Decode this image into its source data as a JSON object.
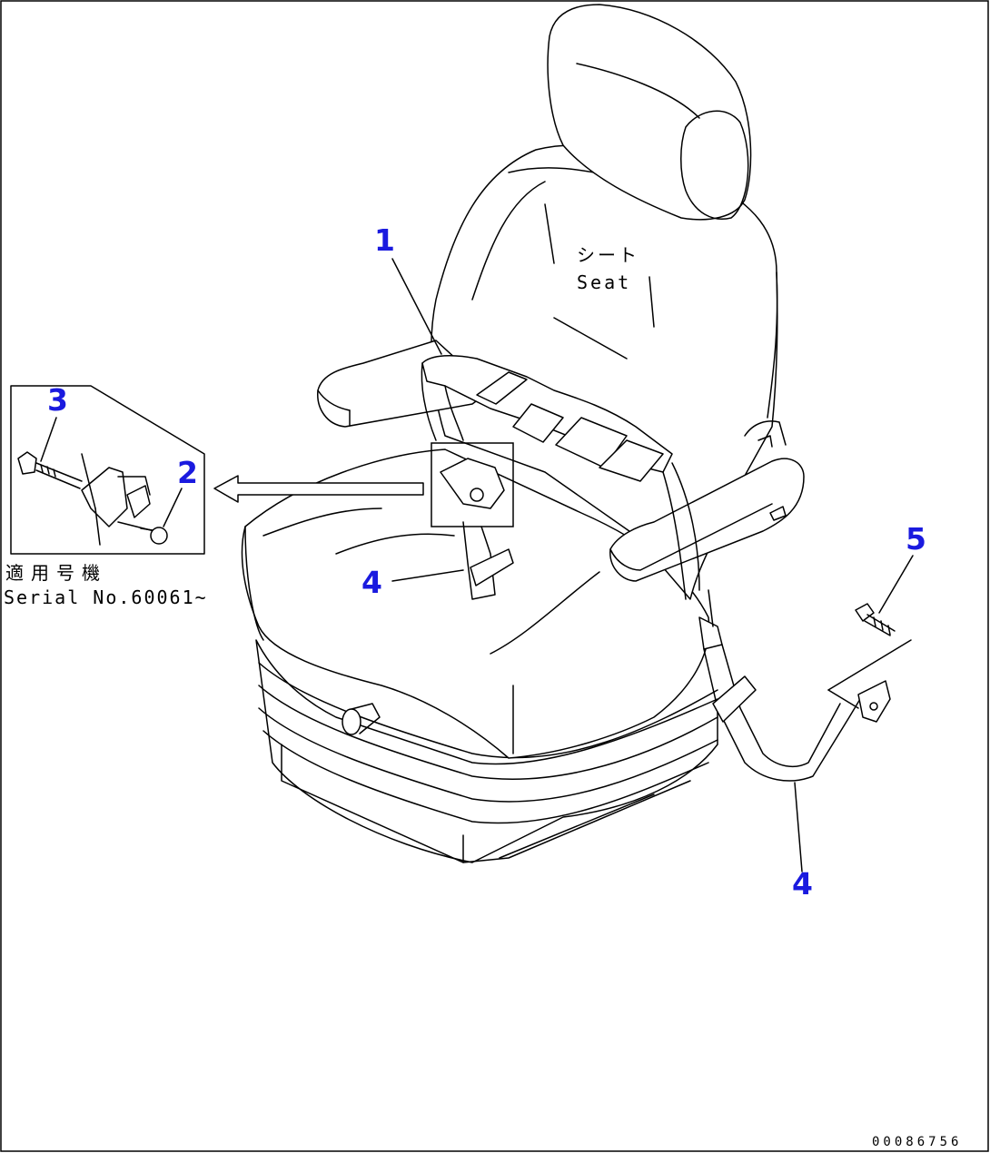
{
  "labels": {
    "seat_jp": "シート",
    "seat_en": "Seat",
    "serial_jp": "適用号機",
    "serial_en": "Serial No.60061~",
    "drawing_no": "00086756"
  },
  "callouts": {
    "c1": "1",
    "c2": "2",
    "c3": "3",
    "c4_top": "4",
    "c4_bottom": "4",
    "c5": "5"
  },
  "colors": {
    "callout": "#1a1adf",
    "line": "#000000",
    "background": "#ffffff"
  }
}
